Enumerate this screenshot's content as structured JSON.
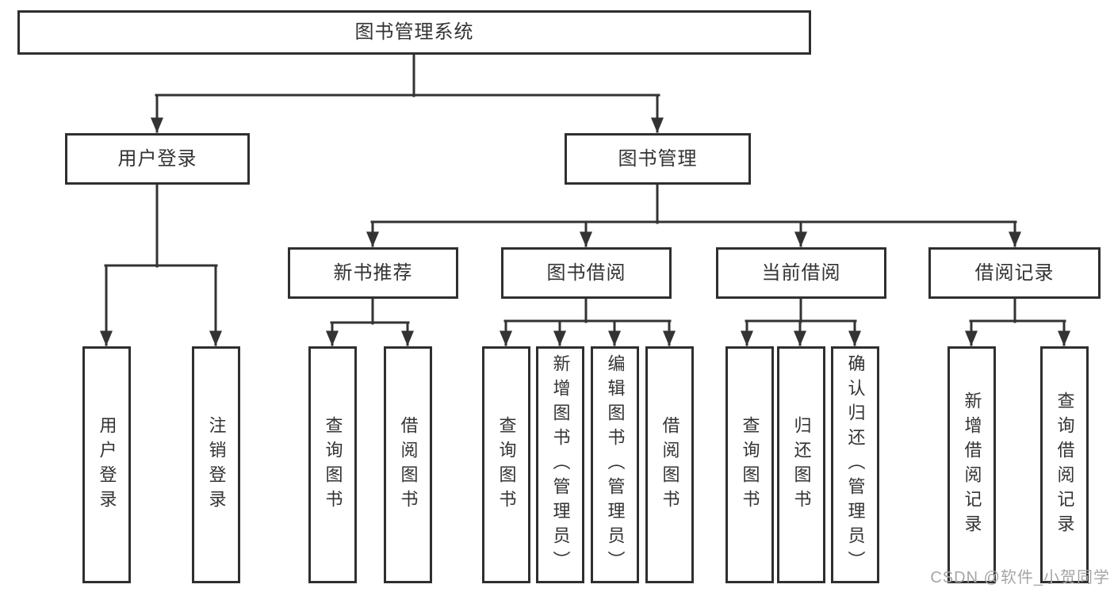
{
  "nodes": {
    "root": "图书管理系统",
    "user_login": "用户登录",
    "book_management": "图书管理",
    "new_book_recommend": "新书推荐",
    "book_borrow": "图书借阅",
    "current_borrow": "当前借阅",
    "borrow_record": "借阅记录",
    "leaf_user_login": "用户登录",
    "leaf_logout": "注销登录",
    "leaf_query_book_recommend": "查询图书",
    "leaf_borrow_book_recommend": "借阅图书",
    "leaf_query_book_borrow": "查询图书",
    "leaf_add_book_admin": "新增图书（管理员）",
    "leaf_edit_book_admin": "编辑图书（管理员）",
    "leaf_borrow_book": "借阅图书",
    "leaf_query_book_current": "查询图书",
    "leaf_return_book": "归还图书",
    "leaf_confirm_return_admin": "确认归还（管理员）",
    "leaf_add_borrow_record": "新增借阅记录",
    "leaf_query_borrow_record": "查询借阅记录"
  },
  "watermark": "CSDN @软件_小贺同学",
  "colors": {
    "line": "#333333",
    "box_border": "#2f2f2f",
    "text": "#333333",
    "watermark": "#a6a6a6",
    "background": "#ffffff"
  }
}
